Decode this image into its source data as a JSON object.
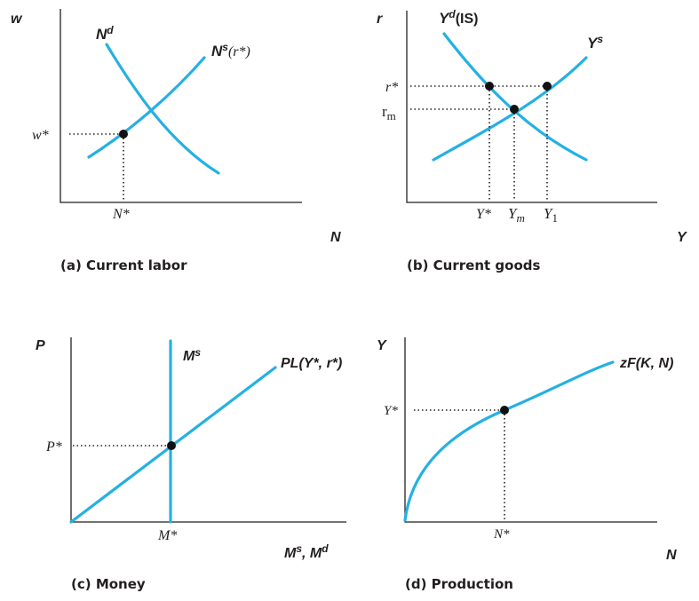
{
  "colors": {
    "curve": "#25b0e3",
    "axis": "#231f20",
    "point": "#111111"
  },
  "panel_a": {
    "caption": "(a) Current labor",
    "y_axis": "w",
    "x_axis": "N",
    "demand_label_base": "N",
    "demand_label_sup": "d",
    "supply_label_base": "N",
    "supply_label_sup": "s",
    "supply_label_arg": "(r*)",
    "w_star": "w*",
    "n_star": "N*"
  },
  "panel_b": {
    "caption": "(b) Current goods",
    "y_axis": "r",
    "x_axis": "Y",
    "demand_label_base": "Y",
    "demand_label_sup": "d",
    "demand_label_arg": "(IS)",
    "supply_label_base": "Y",
    "supply_label_sup": "s",
    "r_star": "r*",
    "r_m_base": "r",
    "r_m_sub": "m",
    "y_star": "Y*",
    "y_m_base": "Y",
    "y_m_sub": "m",
    "y_1_base": "Y",
    "y_1_sub": "1"
  },
  "panel_c": {
    "caption": "(c) Money",
    "y_axis": "P",
    "x_axis_base1": "M",
    "x_axis_sup1": "s",
    "x_axis_sep": ", ",
    "x_axis_base2": "M",
    "x_axis_sup2": "d",
    "supply_label_base": "M",
    "supply_label_sup": "s",
    "demand_label": "PL(Y*, r*)",
    "p_star": "P*",
    "m_star": "M*"
  },
  "panel_d": {
    "caption": "(d) Production",
    "y_axis": "Y",
    "x_axis": "N",
    "function_label": "zF(K, N)",
    "y_star": "Y*",
    "n_star": "N*"
  }
}
